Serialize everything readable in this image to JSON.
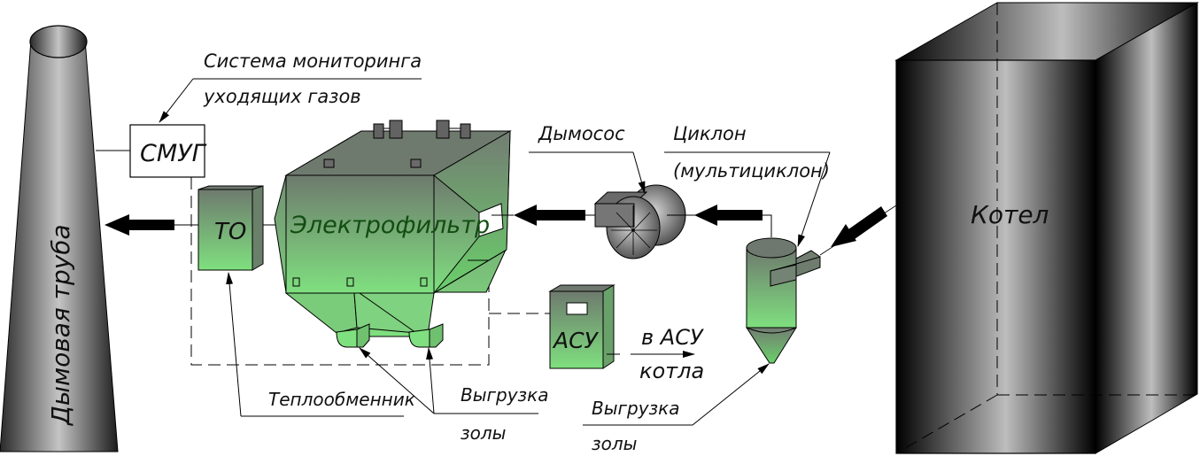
{
  "labels": {
    "chimney": "Дымовая труба",
    "monitoring_line1": "Система мониторинга",
    "monitoring_line2": "уходящих газов",
    "smug": "СМУГ",
    "heat_exchanger_abbr": "ТО",
    "electrofilter": "Электрофильтр",
    "smoke_exhauster": "Дымосос",
    "cyclone_line1": "Циклон",
    "cyclone_line2": "(мультициклон)",
    "boiler": "Котел",
    "acs": "АСУ",
    "to_acs_line1": "в АСУ",
    "to_acs_line2": "котла",
    "heat_exchanger": "Теплообменник",
    "ash_unload_1_line1": "Выгрузка",
    "ash_unload_1_line2": "золы",
    "ash_unload_2_line1": "Выгрузка",
    "ash_unload_2_line2": "золы"
  },
  "colors": {
    "green_top": "#6e7a6e",
    "green_bottom": "#7fe07f",
    "gray_dark": "#000000",
    "gray_light": "#bdbdbd",
    "text_filter": "#114d11"
  }
}
